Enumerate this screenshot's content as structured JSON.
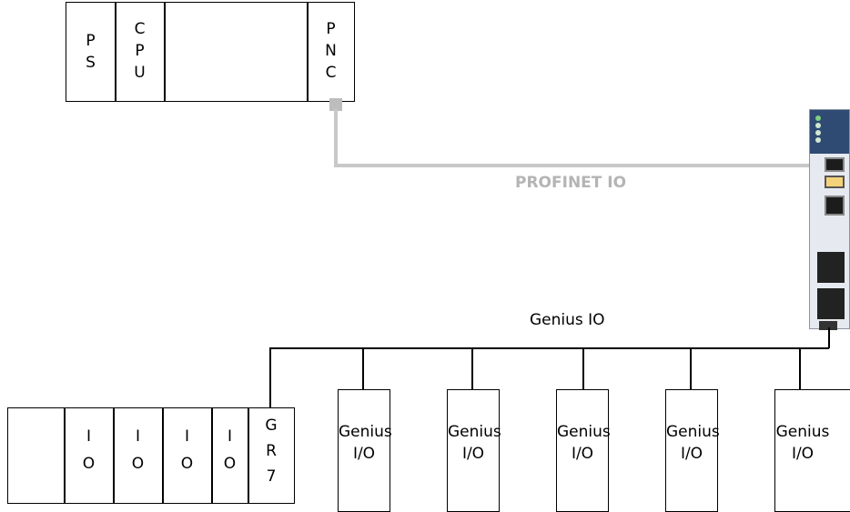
{
  "top_rack": {
    "slots": [
      {
        "id": "ps",
        "lines": [
          "P",
          "S"
        ]
      },
      {
        "id": "cpu",
        "lines": [
          "C",
          "P",
          "U"
        ]
      },
      {
        "id": "empty",
        "lines": []
      },
      {
        "id": "pnc",
        "lines": [
          "P",
          "N",
          "C"
        ]
      }
    ]
  },
  "network": {
    "profinet_label": "PROFINET IO",
    "genius_label": "Genius IO"
  },
  "bottom_rack": {
    "slots": [
      {
        "id": "empty",
        "lines": []
      },
      {
        "id": "io1",
        "lines": [
          "I",
          "O"
        ]
      },
      {
        "id": "io2",
        "lines": [
          "I",
          "O"
        ]
      },
      {
        "id": "io3",
        "lines": [
          "I",
          "O"
        ]
      },
      {
        "id": "io4",
        "lines": [
          "I",
          "O"
        ]
      },
      {
        "id": "gr7",
        "lines": [
          "G",
          "R",
          "7"
        ]
      }
    ]
  },
  "genius_blocks": [
    {
      "label": "Genius\nI/O"
    },
    {
      "label": "Genius\nI/O"
    },
    {
      "label": "Genius\nI/O"
    },
    {
      "label": "Genius\nI/O"
    },
    {
      "label": "Genius\nI/O"
    }
  ],
  "colors": {
    "profinet_cable": "#c8c8c8",
    "profinet_text": "#b4b4b4",
    "device_body": "#e6eaf0",
    "device_top": "#2f4a73"
  }
}
